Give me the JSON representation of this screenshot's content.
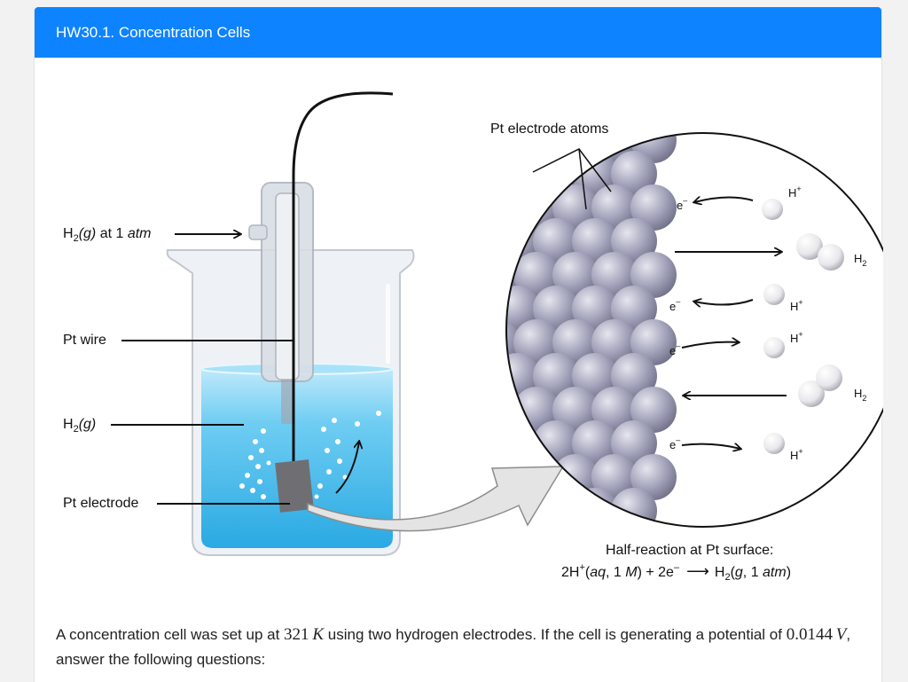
{
  "header": {
    "title": "HW30.1. Concentration Cells"
  },
  "figure": {
    "labels": {
      "h2_at_1atm_main": "H",
      "h2_at_1atm_sub": "2",
      "h2_at_1atm_g": "(g)",
      "h2_at_1atm_rest": " at 1 ",
      "h2_at_1atm_unit": "atm",
      "pt_wire": "Pt wire",
      "h2g_main": "H",
      "h2g_sub": "2",
      "h2g_g": "(g)",
      "pt_electrode": "Pt electrode",
      "pt_electrode_atoms": "Pt electrode atoms",
      "h_plus": "H",
      "plus": "+",
      "e_minus": "e",
      "minus": "–",
      "h2_main": "H",
      "h2_sub": "2"
    },
    "half_reaction": {
      "title": "Half-reaction at Pt surface:",
      "eq_a": "2H",
      "eq_sup1": "+",
      "eq_b": "(",
      "eq_aq": "aq",
      "eq_c": ", 1 ",
      "eq_M": "M",
      "eq_d": ") + 2e",
      "eq_sup2": "–",
      "eq_arrow": "⟶",
      "eq_e": "H",
      "eq_sub": "2",
      "eq_f": "(",
      "eq_g": "g",
      "eq_h": ", 1 ",
      "eq_atm": "atm",
      "eq_i": ")"
    }
  },
  "question": {
    "part1": "A concentration cell was set up at ",
    "temperature_value": "321",
    "temperature_unit": "K",
    "part2": " using two hydrogen electrodes. If the cell is generating a potential of ",
    "potential_value": "0.0144",
    "potential_unit": "V",
    "part3": ", answer the following questions:"
  },
  "colors": {
    "header_bg": "#0d83ff",
    "liquid": "#5fc6ee",
    "sphere": "#9a9ab2"
  }
}
